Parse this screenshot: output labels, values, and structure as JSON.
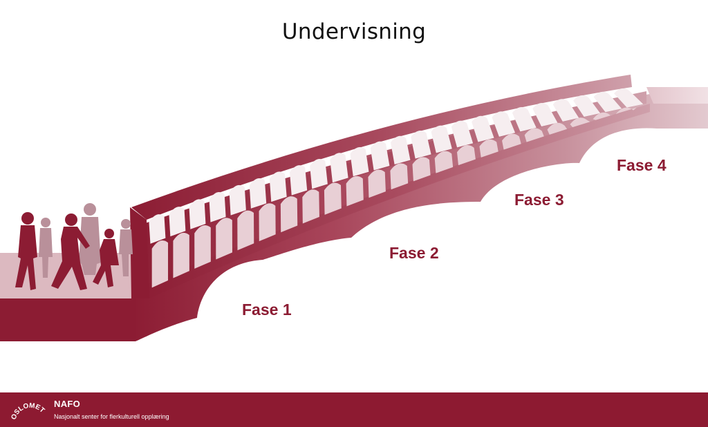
{
  "title": "Undervisning",
  "phases": [
    {
      "label": "Fase 1"
    },
    {
      "label": "Fase 2"
    },
    {
      "label": "Fase 3"
    },
    {
      "label": "Fase 4"
    }
  ],
  "footer": {
    "logo_text": "OSLOMET",
    "org_name": "NAFO",
    "org_subtitle": "Nasjonalt senter for flerkulturell opplæring"
  },
  "colors": {
    "brand": "#8d1a31",
    "bridge_dark": "#8c1c33",
    "bridge_light": "#e6ccd2",
    "phase_label": "#8c1c33"
  },
  "icons": [
    "people-silhouette-icon",
    "bridge-illustration"
  ]
}
